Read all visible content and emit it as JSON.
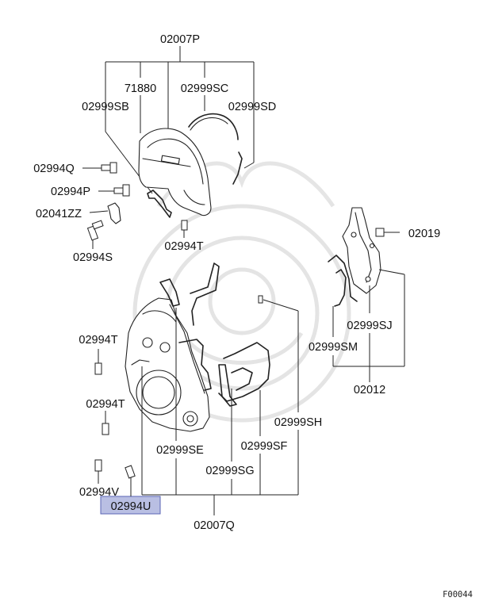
{
  "figure_id": "F00044",
  "highlight_color": "#b9bfe3",
  "highlight_border": "#5a64b4",
  "callouts": {
    "p02007P": "02007P",
    "p71880": "71880",
    "p02999SC": "02999SC",
    "p02999SB": "02999SB",
    "p02999SD": "02999SD",
    "p02994Q": "02994Q",
    "p02994P": "02994P",
    "p02041ZZ": "02041ZZ",
    "p02994S": "02994S",
    "p02994T_top": "02994T",
    "p02019": "02019",
    "p02999SJ": "02999SJ",
    "p02999SM": "02999SM",
    "p02012": "02012",
    "p02994T_mid": "02994T",
    "p02994T_low": "02994T",
    "p02999SH": "02999SH",
    "p02999SF": "02999SF",
    "p02999SE": "02999SE",
    "p02999SG": "02999SG",
    "p02994V": "02994V",
    "p02994U": "02994U",
    "p02007Q": "02007Q"
  }
}
